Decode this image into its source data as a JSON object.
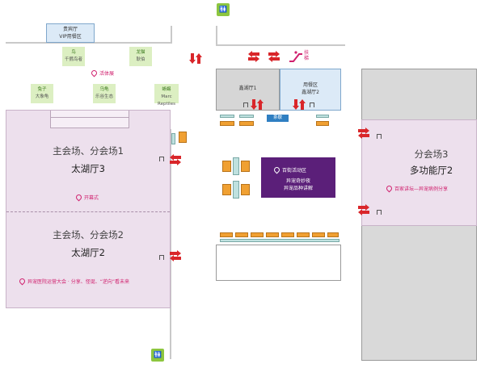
{
  "halls": {
    "taihu3": {
      "title": "主会场、分会场1",
      "name": "太湖厅3",
      "pin": "开幕式"
    },
    "taihu2": {
      "title": "主会场、分会场2",
      "name": "太湖厅2",
      "pin": "异宠医院运营大会 · 分享、怪诞、“逆向”看未来"
    },
    "multi2": {
      "title": "分会场3",
      "name": "多功能厅2",
      "pin": "百家讲坛—异宠病例分享"
    }
  },
  "vip": {
    "line1": "贵宾厅",
    "line2": "VIP用餐区"
  },
  "exhibit_pin": "活体展",
  "green_zones": [
    {
      "id": "bird",
      "line1": "鸟",
      "line2": "千鹦鸟者"
    },
    {
      "id": "cat",
      "line1": "龙猫",
      "line2": "耿伯"
    },
    {
      "id": "turtle",
      "line1": "兔子",
      "line2": "大象龟"
    },
    {
      "id": "tortoise",
      "line1": "乌龟",
      "line2": "乐谷生态"
    },
    {
      "id": "reptile",
      "line1": "蜥蜴",
      "line2": "Marc Reptiles"
    }
  ],
  "dining": {
    "xinhu1": "鑫湖厅1",
    "xinhu2_l1": "用餐区",
    "xinhu2_l2": "鑫湖厅2"
  },
  "signup_label": "茶歇",
  "escalator_label": "扶梯",
  "activity": {
    "title": "百街活动区",
    "line1": "异宠奇妙夜",
    "line2": "异宠品种讲解"
  },
  "colors": {
    "hall": "#ede0ed",
    "pin": "#d0206e",
    "arrow": "#d9262a",
    "activity": "#5b1f79",
    "green": "#dcefc2",
    "restroom": "#8dc63f"
  }
}
